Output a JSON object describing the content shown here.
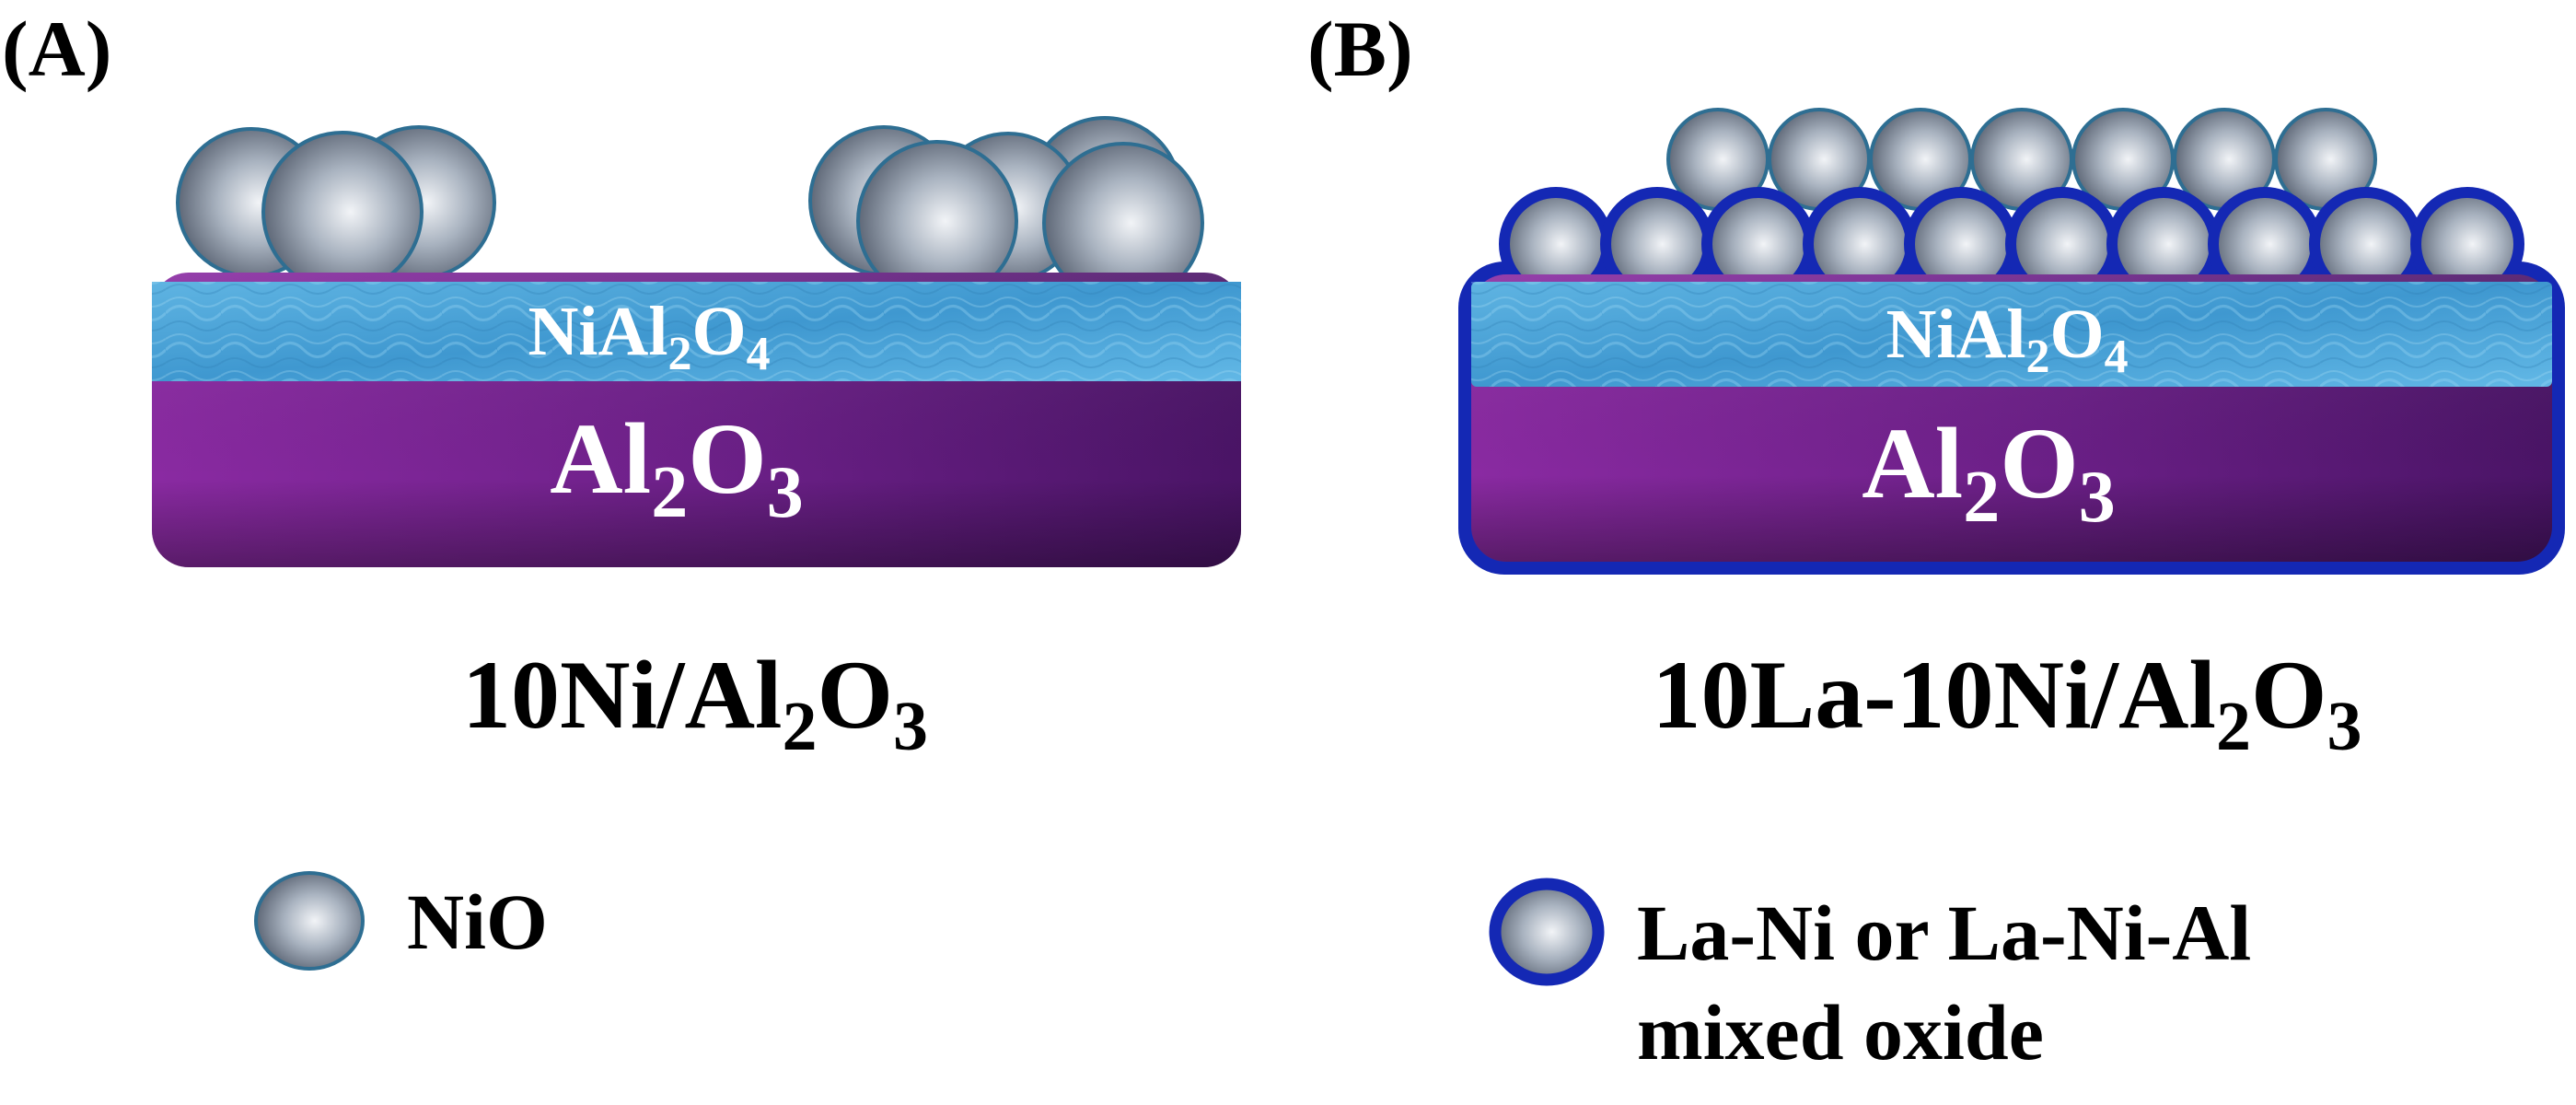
{
  "panel_a": {
    "tag": "(A)",
    "layer_top": {
      "base": "NiAl",
      "sub1": "2",
      "mid": "O",
      "sub2": "4"
    },
    "layer_bottom": {
      "base": "Al",
      "sub1": "2",
      "mid": "O",
      "sub2": "3"
    },
    "caption": {
      "base": "10Ni/Al",
      "sub1": "2",
      "mid": "O",
      "sub2": "3"
    },
    "legend": {
      "label": "NiO"
    }
  },
  "panel_b": {
    "tag": "(B)",
    "layer_top": {
      "base": "NiAl",
      "sub1": "2",
      "mid": "O",
      "sub2": "4"
    },
    "layer_bottom": {
      "base": "Al",
      "sub1": "2",
      "mid": "O",
      "sub2": "3"
    },
    "caption": {
      "base": "10La-10Ni/Al",
      "sub1": "2",
      "mid": "O",
      "sub2": "3"
    },
    "legend": {
      "line1": "La-Ni or La-Ni-Al",
      "line2": "mixed oxide"
    }
  },
  "colors": {
    "alumina": "#6a1f86",
    "alumina_dark": "#3f0f55",
    "spinel": "#4aa2d8",
    "spinel_light": "#8fd0f2",
    "particle_edge": "#2e6e92",
    "shell": "#1428b4",
    "text": "#000000",
    "text_on_layer": "#ffffff"
  }
}
